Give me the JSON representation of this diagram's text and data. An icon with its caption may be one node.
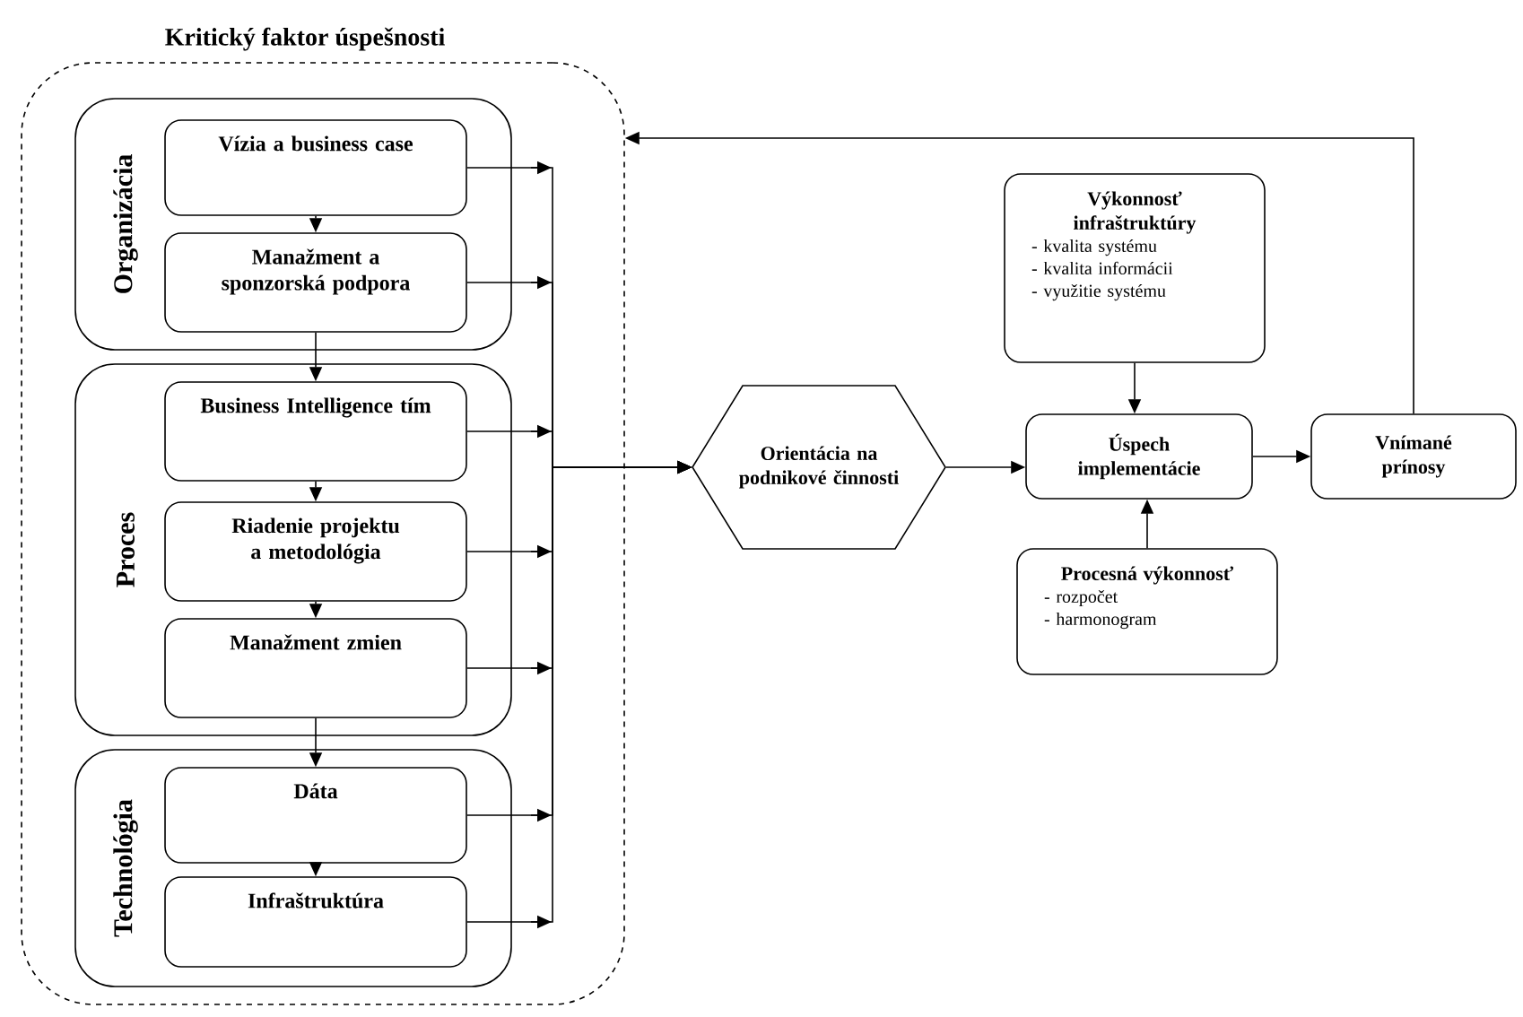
{
  "diagram": {
    "nodes": [
      {
        "text": [
          "Kritický faktor úspešnosti"
        ]
      },
      {
        "text": [
          "Organizácia"
        ],
        "in": 0
      },
      {
        "text": [
          "Vízia a business case"
        ],
        "in": 1
      },
      {
        "text": [
          "Manažment a sponzorská podpora"
        ],
        "in": 1
      },
      {
        "text": [
          "Proces"
        ],
        "in": 0
      },
      {
        "text": [
          "Business Intelligence tím"
        ],
        "in": 4
      },
      {
        "text": [
          "Riadenie projektu a metodológia"
        ],
        "in": 4
      },
      {
        "text": [
          "Manažment zmien"
        ],
        "in": 4
      },
      {
        "text": [
          "Technológia"
        ],
        "in": 0
      },
      {
        "text": [
          "Dáta"
        ],
        "in": 8
      },
      {
        "text": [
          "Infraštruktúra"
        ],
        "in": 8
      },
      {
        "text": [
          "Orientácia na podnikové činnosti"
        ]
      },
      {
        "text": [
          "Výkonnosť infraštruktúry",
          "- kvalita systému",
          "- kvalita informácii",
          "- využitie systému"
        ]
      },
      {
        "text": [
          "Úspech implementácie"
        ]
      },
      {
        "text": [
          "Procesná výkonnosť",
          "- rozpočet",
          "- harmonogram"
        ]
      },
      {
        "text": [
          "Vnímané prínosy"
        ]
      }
    ],
    "edges": [
      {
        "from": 2,
        "to": 3,
        "arrow": "to"
      },
      {
        "from": 3,
        "to": 5,
        "arrow": "to"
      },
      {
        "from": 5,
        "to": 6,
        "arrow": "to"
      },
      {
        "from": 6,
        "to": 7,
        "arrow": "to"
      },
      {
        "from": 7,
        "to": 9,
        "arrow": "to"
      },
      {
        "from": 9,
        "to": 10,
        "arrow": "to"
      },
      {
        "from": 2,
        "to": 11,
        "arrow": "to"
      },
      {
        "from": 3,
        "to": 11,
        "arrow": "to"
      },
      {
        "from": 5,
        "to": 11,
        "arrow": "to"
      },
      {
        "from": 6,
        "to": 11,
        "arrow": "to"
      },
      {
        "from": 7,
        "to": 11,
        "arrow": "to"
      },
      {
        "from": 9,
        "to": 11,
        "arrow": "to"
      },
      {
        "from": 10,
        "to": 11,
        "arrow": "to"
      },
      {
        "from": 11,
        "to": 13,
        "arrow": "to"
      },
      {
        "from": 12,
        "to": 13,
        "arrow": "to"
      },
      {
        "from": 14,
        "to": 13,
        "arrow": "to"
      },
      {
        "from": 13,
        "to": 15,
        "arrow": "to"
      },
      {
        "from": 15,
        "to": 0,
        "arrow": "to"
      }
    ]
  }
}
